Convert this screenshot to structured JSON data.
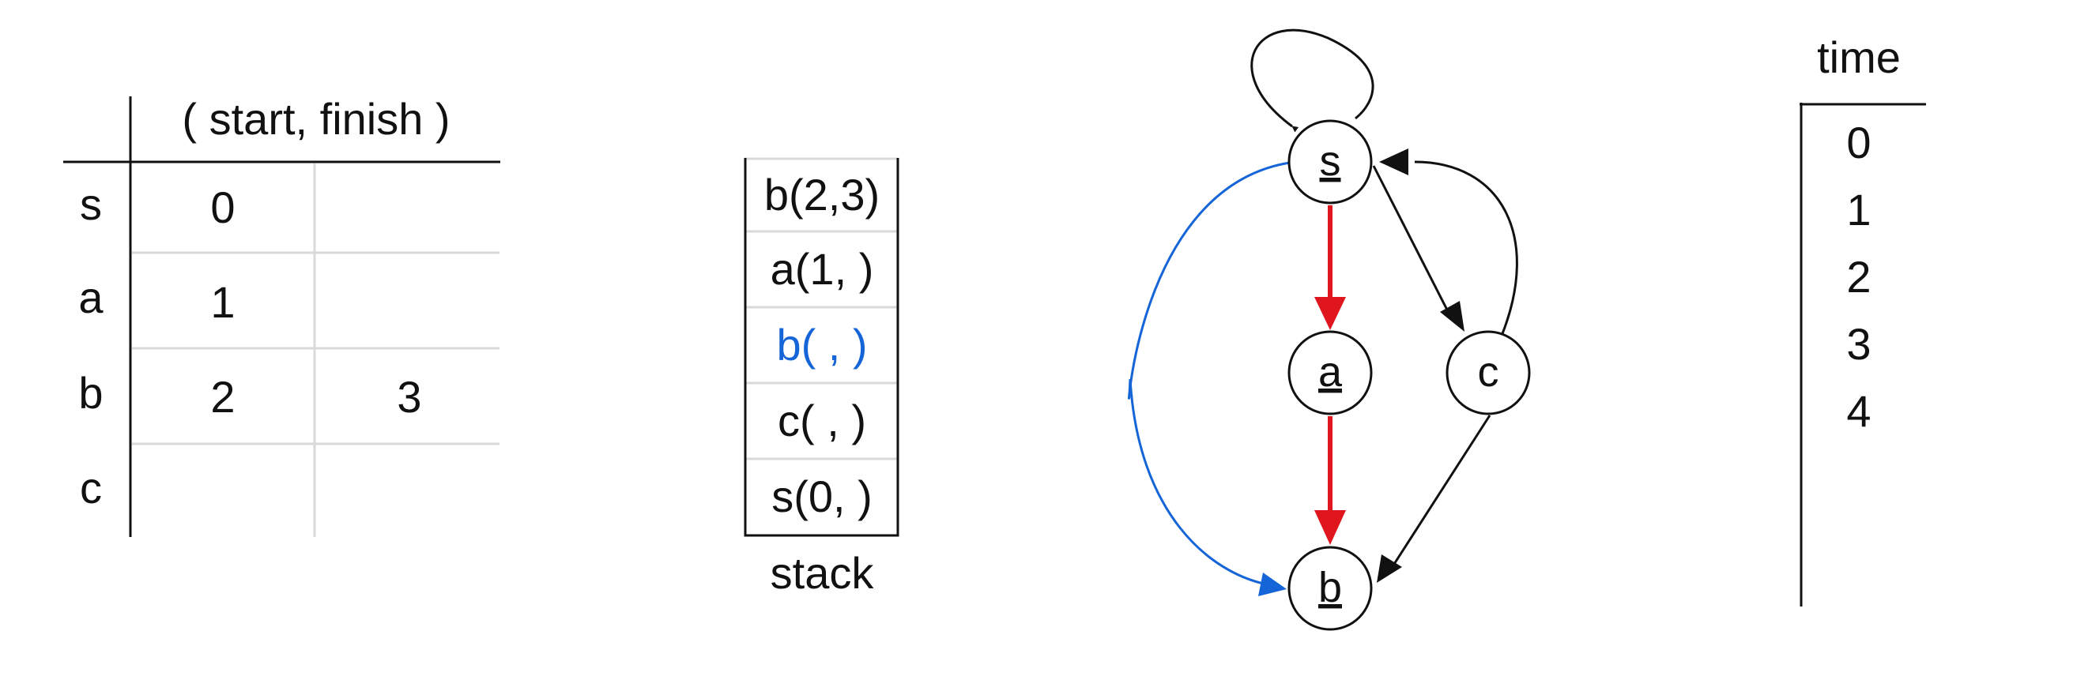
{
  "table": {
    "header": "( start, finish )",
    "rows": [
      {
        "vertex": "s",
        "start": "0",
        "finish": ""
      },
      {
        "vertex": "a",
        "start": "1",
        "finish": ""
      },
      {
        "vertex": "b",
        "start": "2",
        "finish": "3"
      },
      {
        "vertex": "c",
        "start": "",
        "finish": ""
      }
    ]
  },
  "stack": {
    "label": "stack",
    "frames": [
      {
        "text": "b(2,3)",
        "highlight": false
      },
      {
        "text": "a(1,  )",
        "highlight": false
      },
      {
        "text": "b(  ,  )",
        "highlight": true
      },
      {
        "text": "c(  ,  )",
        "highlight": false
      },
      {
        "text": "s(0,  )",
        "highlight": false
      }
    ]
  },
  "graph": {
    "nodes": [
      {
        "id": "s",
        "label": "s",
        "visited": true
      },
      {
        "id": "a",
        "label": "a",
        "visited": true
      },
      {
        "id": "b",
        "label": "b",
        "visited": true
      },
      {
        "id": "c",
        "label": "c",
        "visited": false
      }
    ],
    "edges": [
      {
        "from": "s",
        "to": "s",
        "kind": "normal"
      },
      {
        "from": "s",
        "to": "a",
        "kind": "tree"
      },
      {
        "from": "a",
        "to": "b",
        "kind": "tree"
      },
      {
        "from": "s",
        "to": "c",
        "kind": "normal"
      },
      {
        "from": "c",
        "to": "s",
        "kind": "normal"
      },
      {
        "from": "c",
        "to": "b",
        "kind": "normal"
      },
      {
        "from": "s",
        "to": "b",
        "kind": "highlight"
      }
    ]
  },
  "time": {
    "label": "time",
    "values": [
      "0",
      "1",
      "2",
      "3",
      "4"
    ]
  },
  "colors": {
    "ink": "#111111",
    "grid": "#d9d9d9",
    "tree_edge": "#e0161e",
    "highlight": "#1565d8"
  }
}
